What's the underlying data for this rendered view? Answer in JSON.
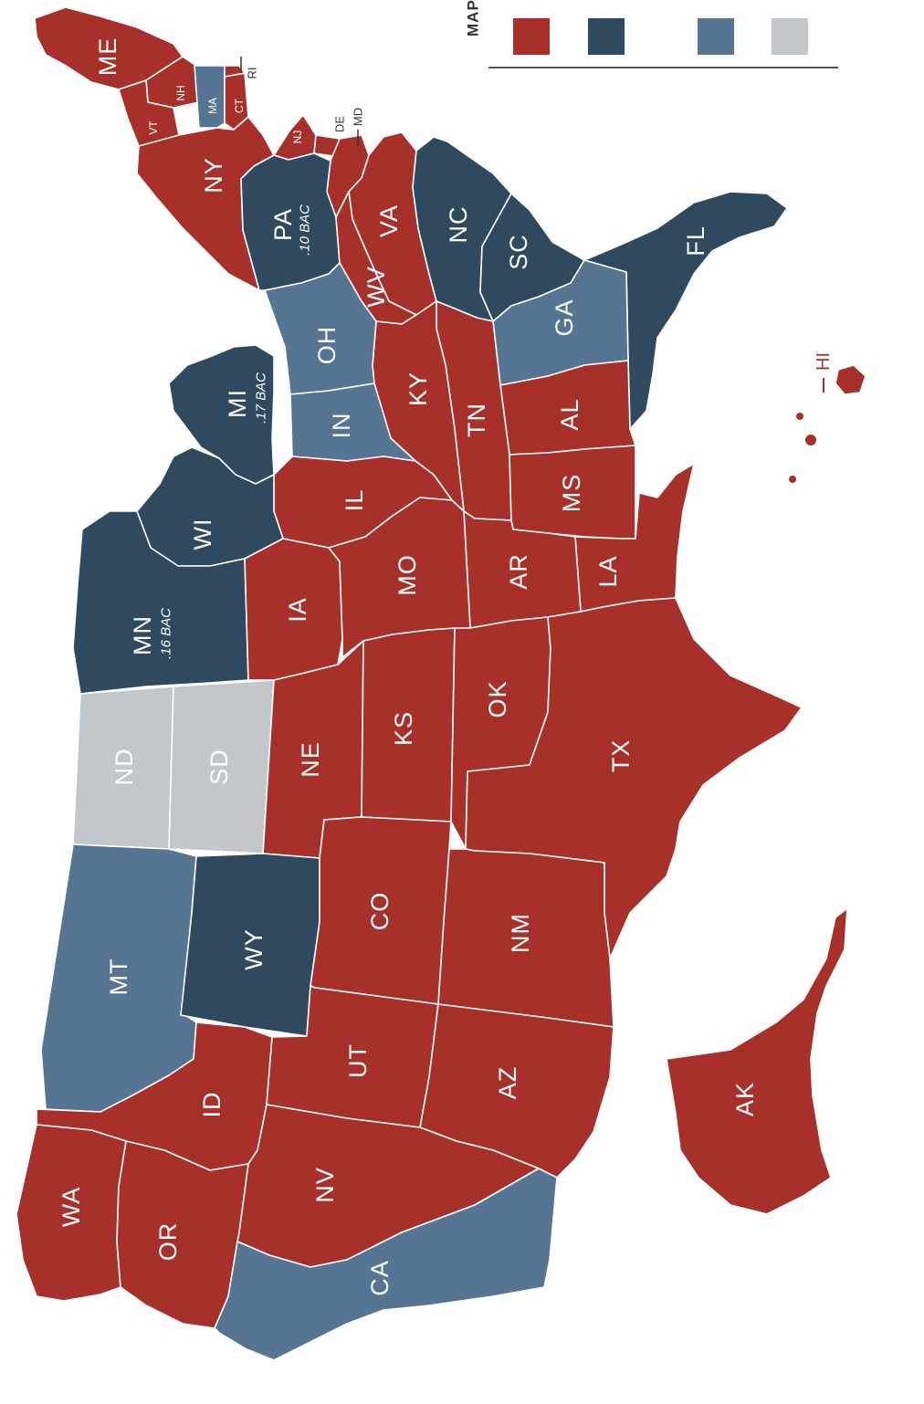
{
  "colors": {
    "red": "#a8302b",
    "navy": "#2f4a5e",
    "steel": "#557593",
    "gray": "#c2c7cb",
    "outline": "#ffffff"
  },
  "legend": {
    "title": "MAP LI",
    "swatches": [
      {
        "name": "red",
        "color": "#a8302b"
      },
      {
        "name": "navy",
        "color": "#2f4a5e"
      },
      {
        "name": "steel",
        "color": "#557593"
      },
      {
        "name": "gray",
        "color": "#c2c7cb"
      }
    ]
  },
  "states": {
    "ME": "ME",
    "NH": "NH",
    "VT": "VT",
    "MA": "MA",
    "CT": "CT",
    "RI": "RI",
    "NY": "NY",
    "NJ": "NJ",
    "DE": "DE",
    "MD": "MD",
    "PA": "PA",
    "PA_note": ".10 BAC",
    "VA": "VA",
    "WV": "WV",
    "NC": "NC",
    "SC": "SC",
    "FL": "FL",
    "GA": "GA",
    "OH": "OH",
    "MI": "MI",
    "MI_note": ".17 BAC",
    "IN": "IN",
    "KY": "KY",
    "TN": "TN",
    "AL": "AL",
    "MS": "MS",
    "IL": "IL",
    "WI": "WI",
    "MN": "MN",
    "MN_note": ".16 BAC",
    "IA": "IA",
    "MO": "MO",
    "AR": "AR",
    "LA": "LA",
    "ND": "ND",
    "SD": "SD",
    "NE": "NE",
    "KS": "KS",
    "OK": "OK",
    "TX": "TX",
    "MT": "MT",
    "WY": "WY",
    "CO": "CO",
    "NM": "NM",
    "ID": "ID",
    "UT": "UT",
    "AZ": "AZ",
    "WA": "WA",
    "OR": "OR",
    "NV": "NV",
    "CA": "CA",
    "AK": "AK",
    "HI": "HI"
  }
}
